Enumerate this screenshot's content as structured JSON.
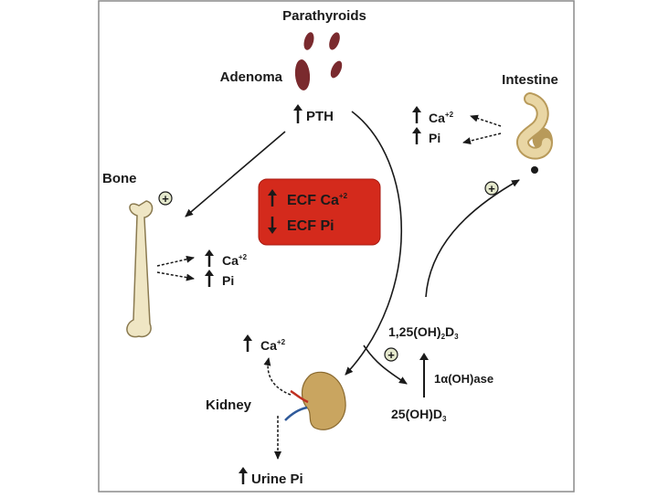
{
  "diagram": {
    "title": "Parathyroids",
    "adenoma": "Adenoma",
    "pth": "PTH",
    "intestine": "Intestine",
    "bone": "Bone",
    "kidney": "Kidney",
    "ecf_box": {
      "line1": "ECF Ca",
      "line1_sup": "+2",
      "line2": "ECF Pi"
    },
    "intestine_outputs": {
      "ca": "Ca",
      "ca_sup": "+2",
      "pi": "Pi"
    },
    "bone_outputs": {
      "ca": "Ca",
      "ca_sup": "+2",
      "pi": "Pi"
    },
    "kidney_ca": {
      "ca": "Ca",
      "ca_sup": "+2"
    },
    "urine_pi": "Urine Pi",
    "vitd_active": {
      "prefix": "1,25(OH)",
      "sub1": "2",
      "mid": "D",
      "sub2": "3"
    },
    "vitd_precursor": {
      "prefix": "25(OH)D",
      "sub": "3"
    },
    "enzyme": "1α(OH)ase",
    "plus_sign": "+",
    "colors": {
      "ecf_box": "#d42a1c",
      "gland": "#7a2a2e",
      "bone": "#efe6c4",
      "kidney": "#c9a560",
      "intestine": "#e9d6a4",
      "plus_circle": "#e4e8cc"
    }
  }
}
